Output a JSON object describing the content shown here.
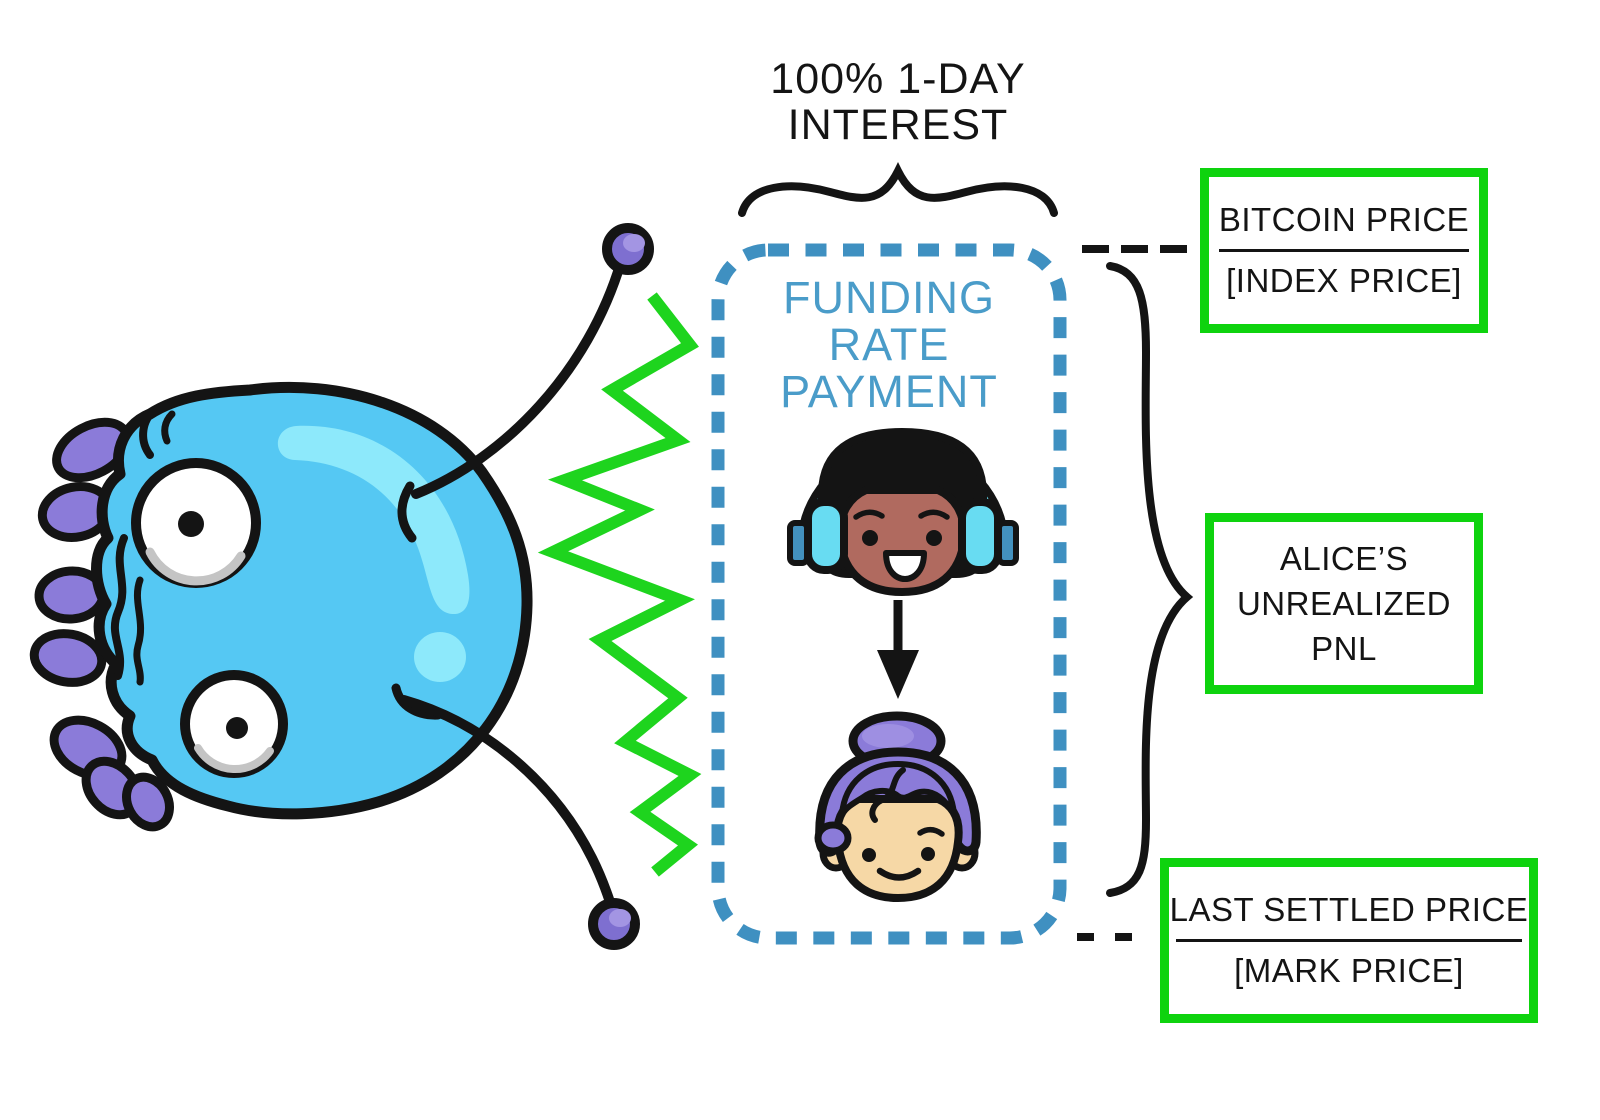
{
  "annotations": {
    "interest_line1": "100% 1-DAY",
    "interest_line2": "INTEREST"
  },
  "funding_label": {
    "line1": "FUNDING",
    "line2": "RATE",
    "line3": "PAYMENT"
  },
  "boxes": {
    "index_price": {
      "numerator": "BITCOIN PRICE",
      "denominator": "[INDEX PRICE]"
    },
    "unrealized_pnl": {
      "line1": "ALICE’S",
      "line2": "UNREALIZED",
      "line3": "PNL"
    },
    "mark_price": {
      "numerator": "LAST SETTLED PRICE",
      "denominator": "[MARK PRICE]"
    }
  },
  "icons": {
    "monster": "blue-monster-illustration",
    "zigzag": "green-zigzag-icon",
    "flow_box": "dashed-funding-box",
    "payer": "trader-with-headphones-avatar",
    "arrow": "down-arrow-icon",
    "receiver": "alice-avatar",
    "brace_top": "curly-brace-horizontal",
    "brace_right": "curly-brace-vertical"
  },
  "colors": {
    "ink": "#141414",
    "accent_blue": "#3F90C1",
    "funding_blue": "#4A9CC9",
    "accent_green": "#0ED30E",
    "zigzag_green": "#1ED41E",
    "monster_blue": "#55C8F3",
    "monster_highlight": "#8DE9FB",
    "purple": "#8B7BD9",
    "purple_light": "#A395E3",
    "ball_purple": "#7E6FD0",
    "skin_payer": "#B06A5F",
    "skin_receiver": "#F6D8A6",
    "headphone_cyan": "#68DCF2",
    "knob_blue": "#4391BE",
    "eye_shade": "#C4C4C4",
    "bg": "#FFFFFF"
  }
}
